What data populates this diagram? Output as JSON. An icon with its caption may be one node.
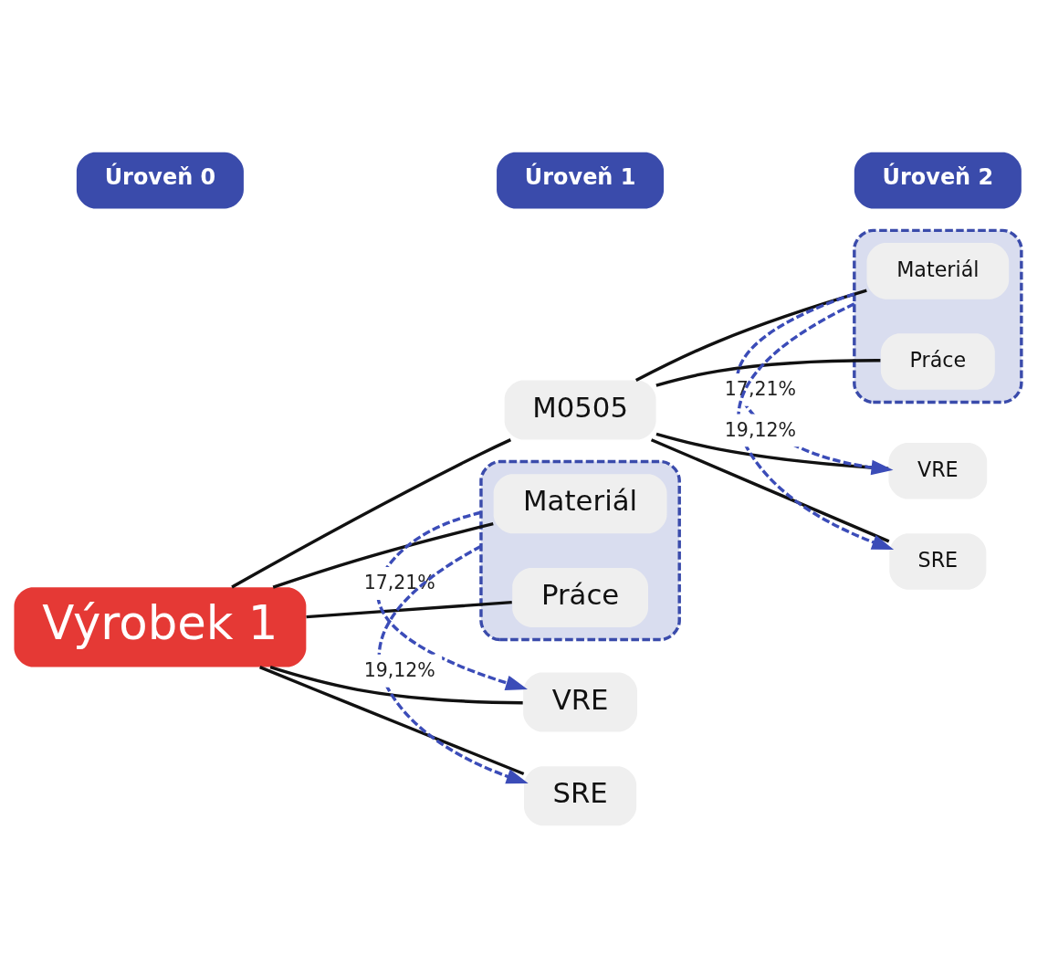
{
  "diagram": {
    "nodes": [
      {
        "text": [
          "Úroveň 0"
        ]
      },
      {
        "text": [
          "Úroveň 1"
        ]
      },
      {
        "text": [
          "Úroveň 2"
        ]
      },
      {
        "text": [
          "Výrobek 1"
        ]
      },
      {
        "text": [
          "M0505"
        ]
      },
      {
        "text": [],
        "shape": "box"
      },
      {
        "text": [
          "Materiál"
        ],
        "in": 5
      },
      {
        "text": [
          "Práce"
        ],
        "in": 5
      },
      {
        "text": [
          "VRE"
        ]
      },
      {
        "text": [
          "SRE"
        ]
      },
      {
        "text": [],
        "shape": "box"
      },
      {
        "text": [
          "Materiál"
        ],
        "in": 10
      },
      {
        "text": [
          "Práce"
        ],
        "in": 10
      },
      {
        "text": [
          "VRE"
        ]
      },
      {
        "text": [
          "SRE"
        ]
      }
    ],
    "edges": [
      {
        "from": 3,
        "to": 4,
        "arrow": "none"
      },
      {
        "from": 3,
        "to": 11,
        "arrow": "none"
      },
      {
        "from": 3,
        "to": 12,
        "arrow": "none"
      },
      {
        "from": 3,
        "to": 13,
        "arrow": "none"
      },
      {
        "from": 3,
        "to": 14,
        "arrow": "none"
      },
      {
        "from": 4,
        "to": 6,
        "arrow": "none"
      },
      {
        "from": 4,
        "to": 7,
        "arrow": "none"
      },
      {
        "from": 4,
        "to": 8,
        "arrow": "none"
      },
      {
        "from": 4,
        "to": 9,
        "arrow": "none"
      },
      {
        "from": 5,
        "to": 8,
        "arrow": "to",
        "label": "17,21%",
        "style": "dashed",
        "color": "#3b4cb8"
      },
      {
        "from": 5,
        "to": 9,
        "arrow": "to",
        "label": "19,12%",
        "style": "dashed",
        "color": "#3b4cb8"
      },
      {
        "from": 10,
        "to": 13,
        "arrow": "to",
        "label": "17,21%",
        "style": "dashed",
        "color": "#3b4cb8"
      },
      {
        "from": 10,
        "to": 14,
        "arrow": "to",
        "label": "19,12%",
        "style": "dashed",
        "color": "#3b4cb8"
      }
    ]
  }
}
